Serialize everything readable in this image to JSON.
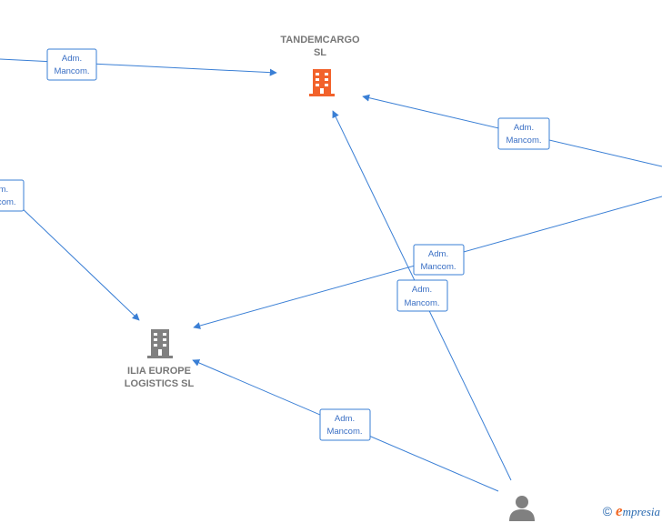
{
  "nodes": {
    "tandemcargo": {
      "name": "TANDEMCARGO",
      "suffix": "SL",
      "color": "#f2622b"
    },
    "ilia": {
      "name": "ILIA EUROPE",
      "suffix": "LOGISTICS SL",
      "color": "#808080"
    },
    "person": {
      "color": "#808080"
    }
  },
  "edge_label": {
    "line1": "Adm.",
    "line2": "Mancom."
  },
  "edge_label_partial": {
    "line1": "m.",
    "line2": "com."
  },
  "edge_color": "#3a7fd5",
  "brand": {
    "copyright": "©",
    "initial": "e",
    "rest": "mpresia"
  }
}
